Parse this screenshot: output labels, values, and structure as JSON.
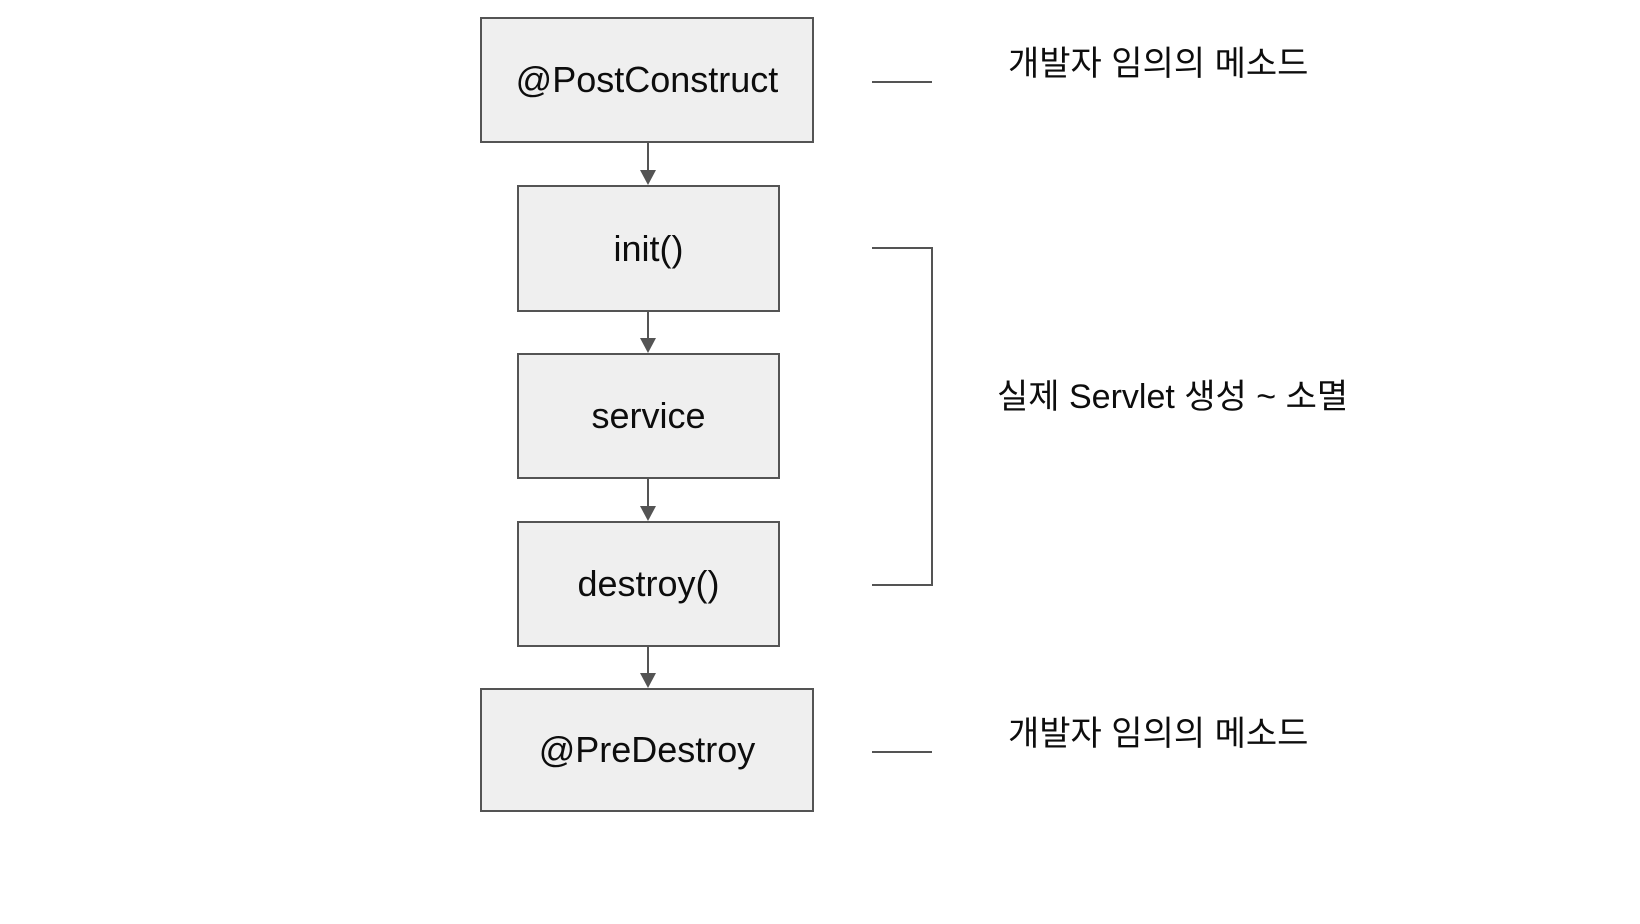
{
  "diagram": {
    "title_hint": "Servlet lifecycle flow",
    "boxes": [
      {
        "id": "postconstruct",
        "label": "@PostConstruct"
      },
      {
        "id": "init",
        "label": "init()"
      },
      {
        "id": "service",
        "label": "service"
      },
      {
        "id": "destroy",
        "label": "destroy()"
      },
      {
        "id": "predestroy",
        "label": "@PreDestroy"
      }
    ],
    "annotations": {
      "top": "개발자 임의의 메소드",
      "middle": "실제 Servlet 생성 ~ 소멸",
      "bottom": "개발자 임의의 메소드"
    },
    "colors": {
      "background": "#ffffff",
      "box_fill": "#efefef",
      "box_border": "#545454",
      "line": "#545454",
      "text": "#0d0d0d"
    }
  }
}
